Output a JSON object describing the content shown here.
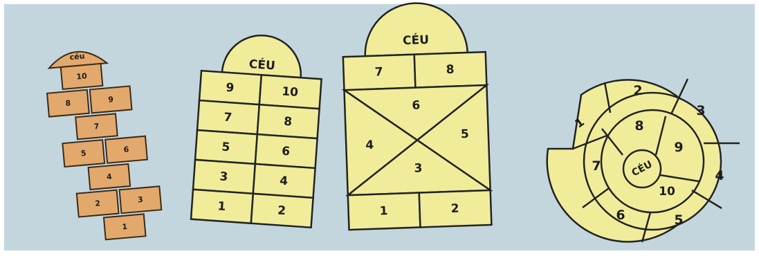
{
  "colors": {
    "background": "#c3d6de",
    "orange_cell": "#e3a96c",
    "yellow_cell": "#f0ec9a",
    "line": "#222222"
  },
  "boards": [
    {
      "name": "orange-hopscotch",
      "top": "céu",
      "cells": [
        "10",
        "8",
        "9",
        "7",
        "5",
        "6",
        "4",
        "2",
        "3",
        "1"
      ]
    },
    {
      "name": "grid-hopscotch",
      "top": "CÉU",
      "cells": [
        "9",
        "10",
        "7",
        "8",
        "5",
        "6",
        "3",
        "4",
        "1",
        "2"
      ]
    },
    {
      "name": "triangle-hopscotch",
      "top": "CÉU",
      "cells": [
        "7",
        "8",
        "6",
        "5",
        "4",
        "3",
        "1",
        "2"
      ]
    },
    {
      "name": "spiral-hopscotch",
      "center": "CÉU",
      "cells": [
        "1",
        "2",
        "3",
        "4",
        "5",
        "6",
        "7",
        "8",
        "9",
        "10"
      ]
    }
  ]
}
